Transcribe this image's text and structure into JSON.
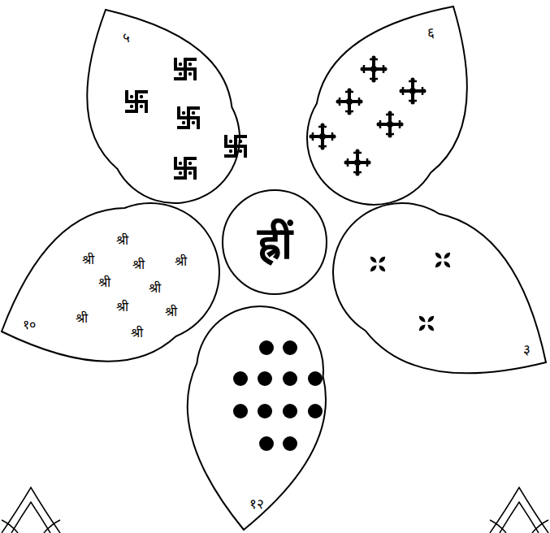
{
  "diagram": {
    "nodes": [
      {
        "text": [
          "५"
        ]
      },
      {
        "text": [
          "६"
        ]
      },
      {
        "text": [
          "श्री",
          "श्री",
          "श्री",
          "श्री",
          "श्री",
          "श्री",
          "श्री",
          "श्री",
          "श्री",
          "श्री",
          "१०"
        ]
      },
      {
        "text": [
          "ह्रीं"
        ]
      },
      {
        "text": [
          "३"
        ]
      },
      {
        "text": [
          "१२"
        ]
      }
    ]
  }
}
